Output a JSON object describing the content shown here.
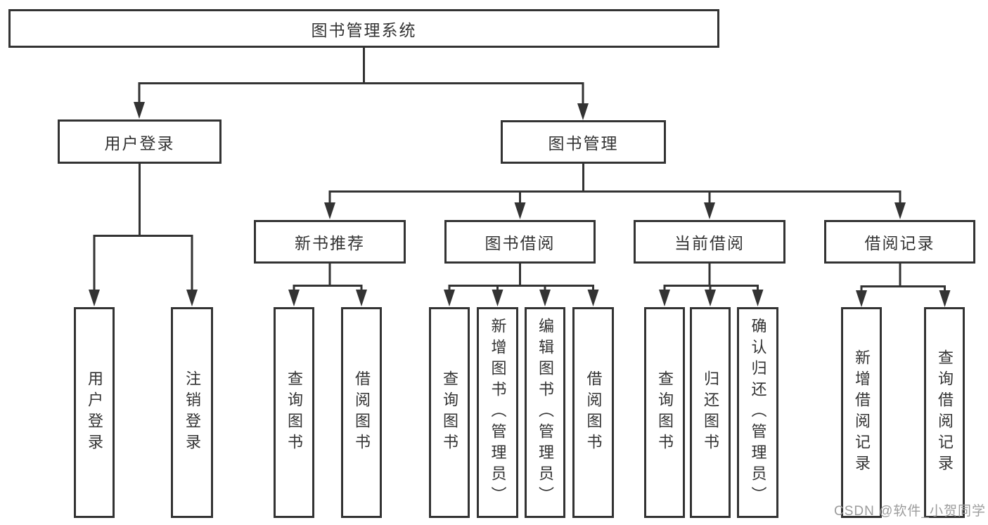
{
  "tree": {
    "label": "图书管理系统",
    "children": [
      {
        "label": "用户登录",
        "children": [
          {
            "label": "用户登录"
          },
          {
            "label": "注销登录"
          }
        ]
      },
      {
        "label": "图书管理",
        "children": [
          {
            "label": "新书推荐",
            "children": [
              {
                "label": "查询图书"
              },
              {
                "label": "借阅图书"
              }
            ]
          },
          {
            "label": "图书借阅",
            "children": [
              {
                "label": "查询图书"
              },
              {
                "label": "新增图书（管理员）"
              },
              {
                "label": "编辑图书（管理员）"
              },
              {
                "label": "借阅图书"
              }
            ]
          },
          {
            "label": "当前借阅",
            "children": [
              {
                "label": "查询图书"
              },
              {
                "label": "归还图书"
              },
              {
                "label": "确认归还（管理员）"
              }
            ]
          },
          {
            "label": "借阅记录",
            "children": [
              {
                "label": "新增借阅记录"
              },
              {
                "label": "查询借阅记录"
              }
            ]
          }
        ]
      }
    ]
  },
  "watermark": "CSDN @软件_小贺同学",
  "colors": {
    "line": "#333333",
    "text": "#333333",
    "box_background": "#ffffff",
    "watermark": "#9c9c9c",
    "background": "#ffffff"
  }
}
